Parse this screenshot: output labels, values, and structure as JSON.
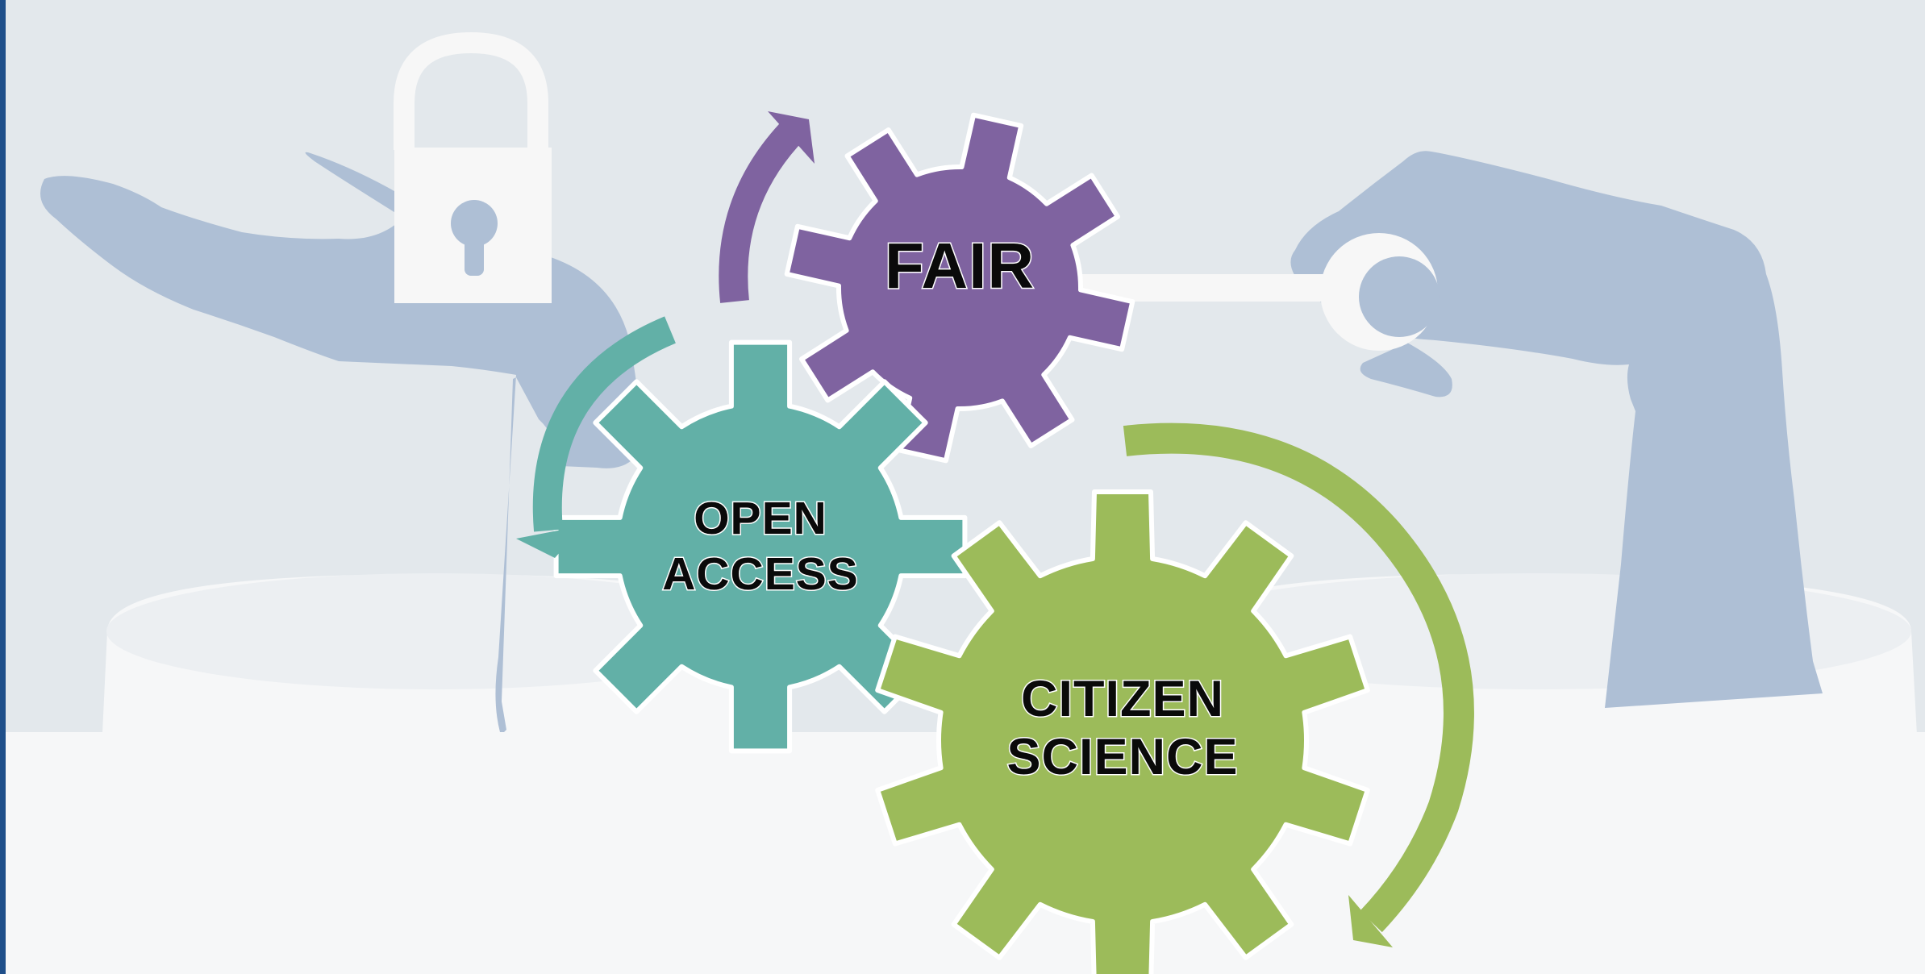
{
  "gears": {
    "fair": {
      "label": "FAIR",
      "color": "#7f63a0"
    },
    "open_access": {
      "line1": "OPEN",
      "line2": "ACCESS",
      "color": "#62b0a7"
    },
    "citizen_science": {
      "line1": "CITIZEN",
      "line2": "SCIENCE",
      "color": "#9cbb5a"
    }
  },
  "palette": {
    "background_top": "#e3e8ec",
    "background_bottom": "#f6f7f8",
    "hand": "#aebfd5",
    "lock_and_key": "#f7f7f7",
    "left_accent": "#1f4f8a"
  },
  "icons": [
    "padlock-icon",
    "key-icon",
    "open-hand",
    "holding-hand",
    "rotation-arrow"
  ]
}
